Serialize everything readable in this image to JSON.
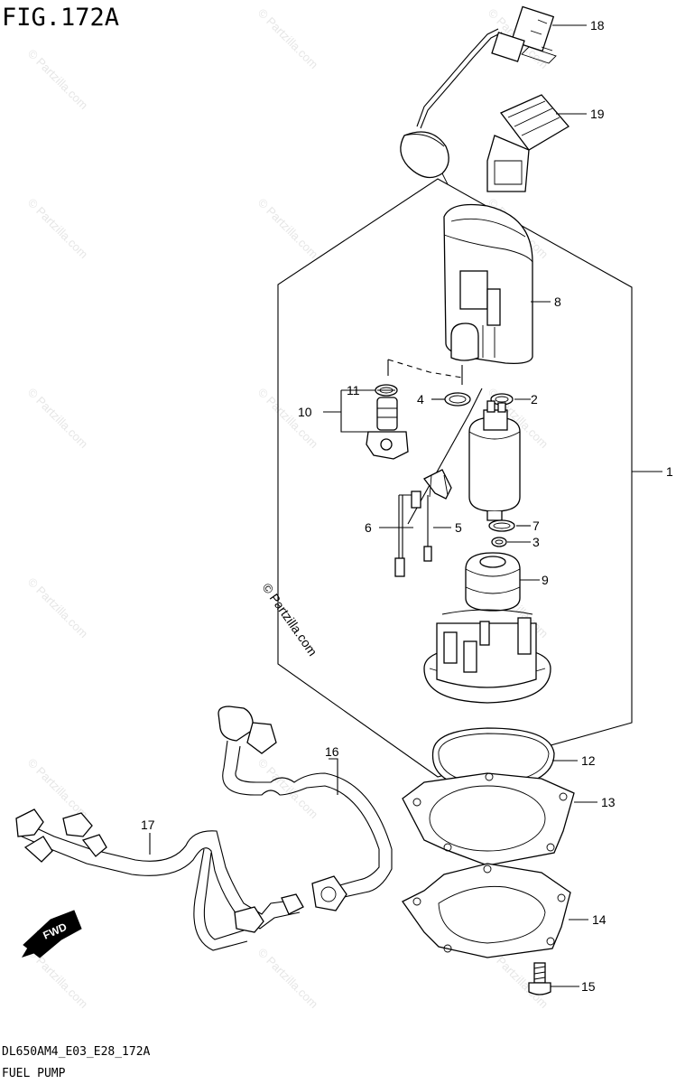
{
  "figure": {
    "title": "FIG.172A",
    "model_code": "DL650AM4_E03_E28_172A",
    "caption": "FUEL PUMP"
  },
  "watermark": {
    "text": "© Partzilla.com",
    "color": "#e6e6e6",
    "bold_text": "© Partzilla.com"
  },
  "direction_badge": {
    "label": "FWD"
  },
  "callouts": [
    {
      "id": "1",
      "label": "1"
    },
    {
      "id": "2",
      "label": "2"
    },
    {
      "id": "3",
      "label": "3"
    },
    {
      "id": "4",
      "label": "4"
    },
    {
      "id": "5",
      "label": "5"
    },
    {
      "id": "6",
      "label": "6"
    },
    {
      "id": "7",
      "label": "7"
    },
    {
      "id": "8",
      "label": "8"
    },
    {
      "id": "9",
      "label": "9"
    },
    {
      "id": "10",
      "label": "10"
    },
    {
      "id": "11",
      "label": "11"
    },
    {
      "id": "12",
      "label": "12"
    },
    {
      "id": "13",
      "label": "13"
    },
    {
      "id": "14",
      "label": "14"
    },
    {
      "id": "15",
      "label": "15"
    },
    {
      "id": "16",
      "label": "16"
    },
    {
      "id": "17",
      "label": "17"
    },
    {
      "id": "18",
      "label": "18"
    },
    {
      "id": "19",
      "label": "19"
    }
  ]
}
